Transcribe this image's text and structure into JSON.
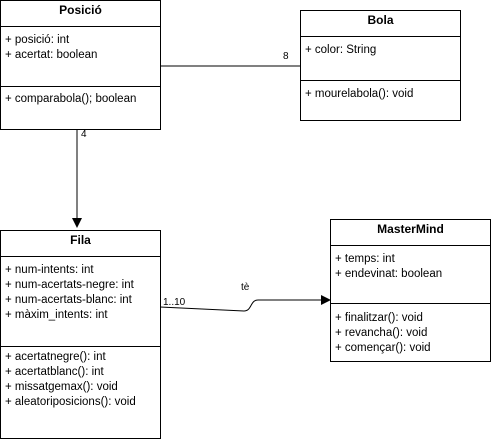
{
  "classes": {
    "posicio": {
      "name": "Posició",
      "attributes": [
        "+ posició: int",
        "+ acertat: boolean"
      ],
      "methods": [
        "+ comparabola(); boolean"
      ]
    },
    "bola": {
      "name": "Bola",
      "attributes": [
        "+ color: String"
      ],
      "methods": [
        "+ mourelabola(): void"
      ]
    },
    "fila": {
      "name": "Fila",
      "attributes": [
        "+ num-intents: int",
        "+ num-acertats-negre: int",
        "+ num-acertats-blanc: int",
        "+ màxim_intents: int"
      ],
      "methods": [
        "+ acertatnegre(): int",
        "+ acertatblanc(): int",
        "+ missatgemax(): void",
        "+ aleatoriposicions(): void"
      ]
    },
    "mastermind": {
      "name": "MasterMind",
      "attributes": [
        "+ temps: int",
        "+ endevinat: boolean"
      ],
      "methods": [
        "+ finalitzar(): void",
        "+ revancha(): void",
        "+ començar(): void"
      ]
    }
  },
  "relations": {
    "posicio_bola": {
      "multiplicity": "8"
    },
    "posicio_fila": {
      "multiplicity": "4"
    },
    "fila_mastermind": {
      "label": "tè",
      "multiplicity": "1..10"
    }
  }
}
